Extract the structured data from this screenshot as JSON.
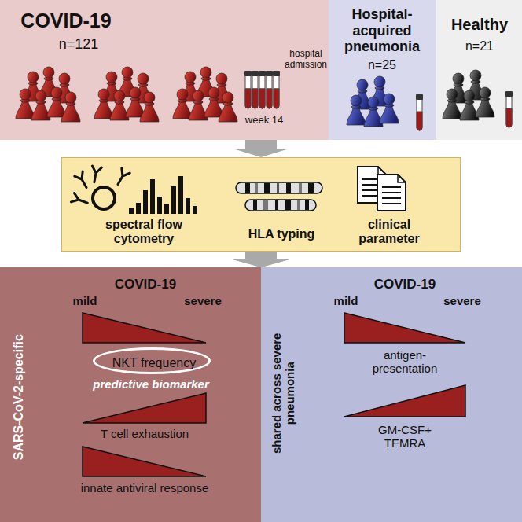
{
  "diagram": {
    "nodes": [
      {
        "text": [
          "COVID-19",
          "n=121",
          "hospital admission",
          "week 14"
        ]
      },
      {
        "text": [
          "Hospital-acquired pneumonia",
          "n=25"
        ]
      },
      {
        "text": [
          "Healthy",
          "n=21"
        ]
      },
      {
        "text": [
          "spectral flow cytometry",
          "HLA typing",
          "clinical parameter"
        ]
      },
      {
        "text": [
          "SARS-CoV-2-specific",
          "COVID-19",
          "mild",
          "severe",
          "predictive biomarker",
          "T cell exhaustion",
          "innate antiviral response"
        ]
      },
      {
        "text": [
          "NKT frequency"
        ],
        "in": 4
      },
      {
        "text": [
          "shared across severe pneumonia",
          "COVID-19",
          "mild",
          "severe",
          "antigen-presentation",
          "GM-CSF+ TEMRA"
        ]
      }
    ],
    "edges": [
      {
        "from": 0,
        "to": 3,
        "arrow": "to"
      },
      {
        "from": 3,
        "to": 4,
        "arrow": "to"
      },
      {
        "from": 3,
        "to": 6,
        "arrow": "to"
      }
    ]
  }
}
